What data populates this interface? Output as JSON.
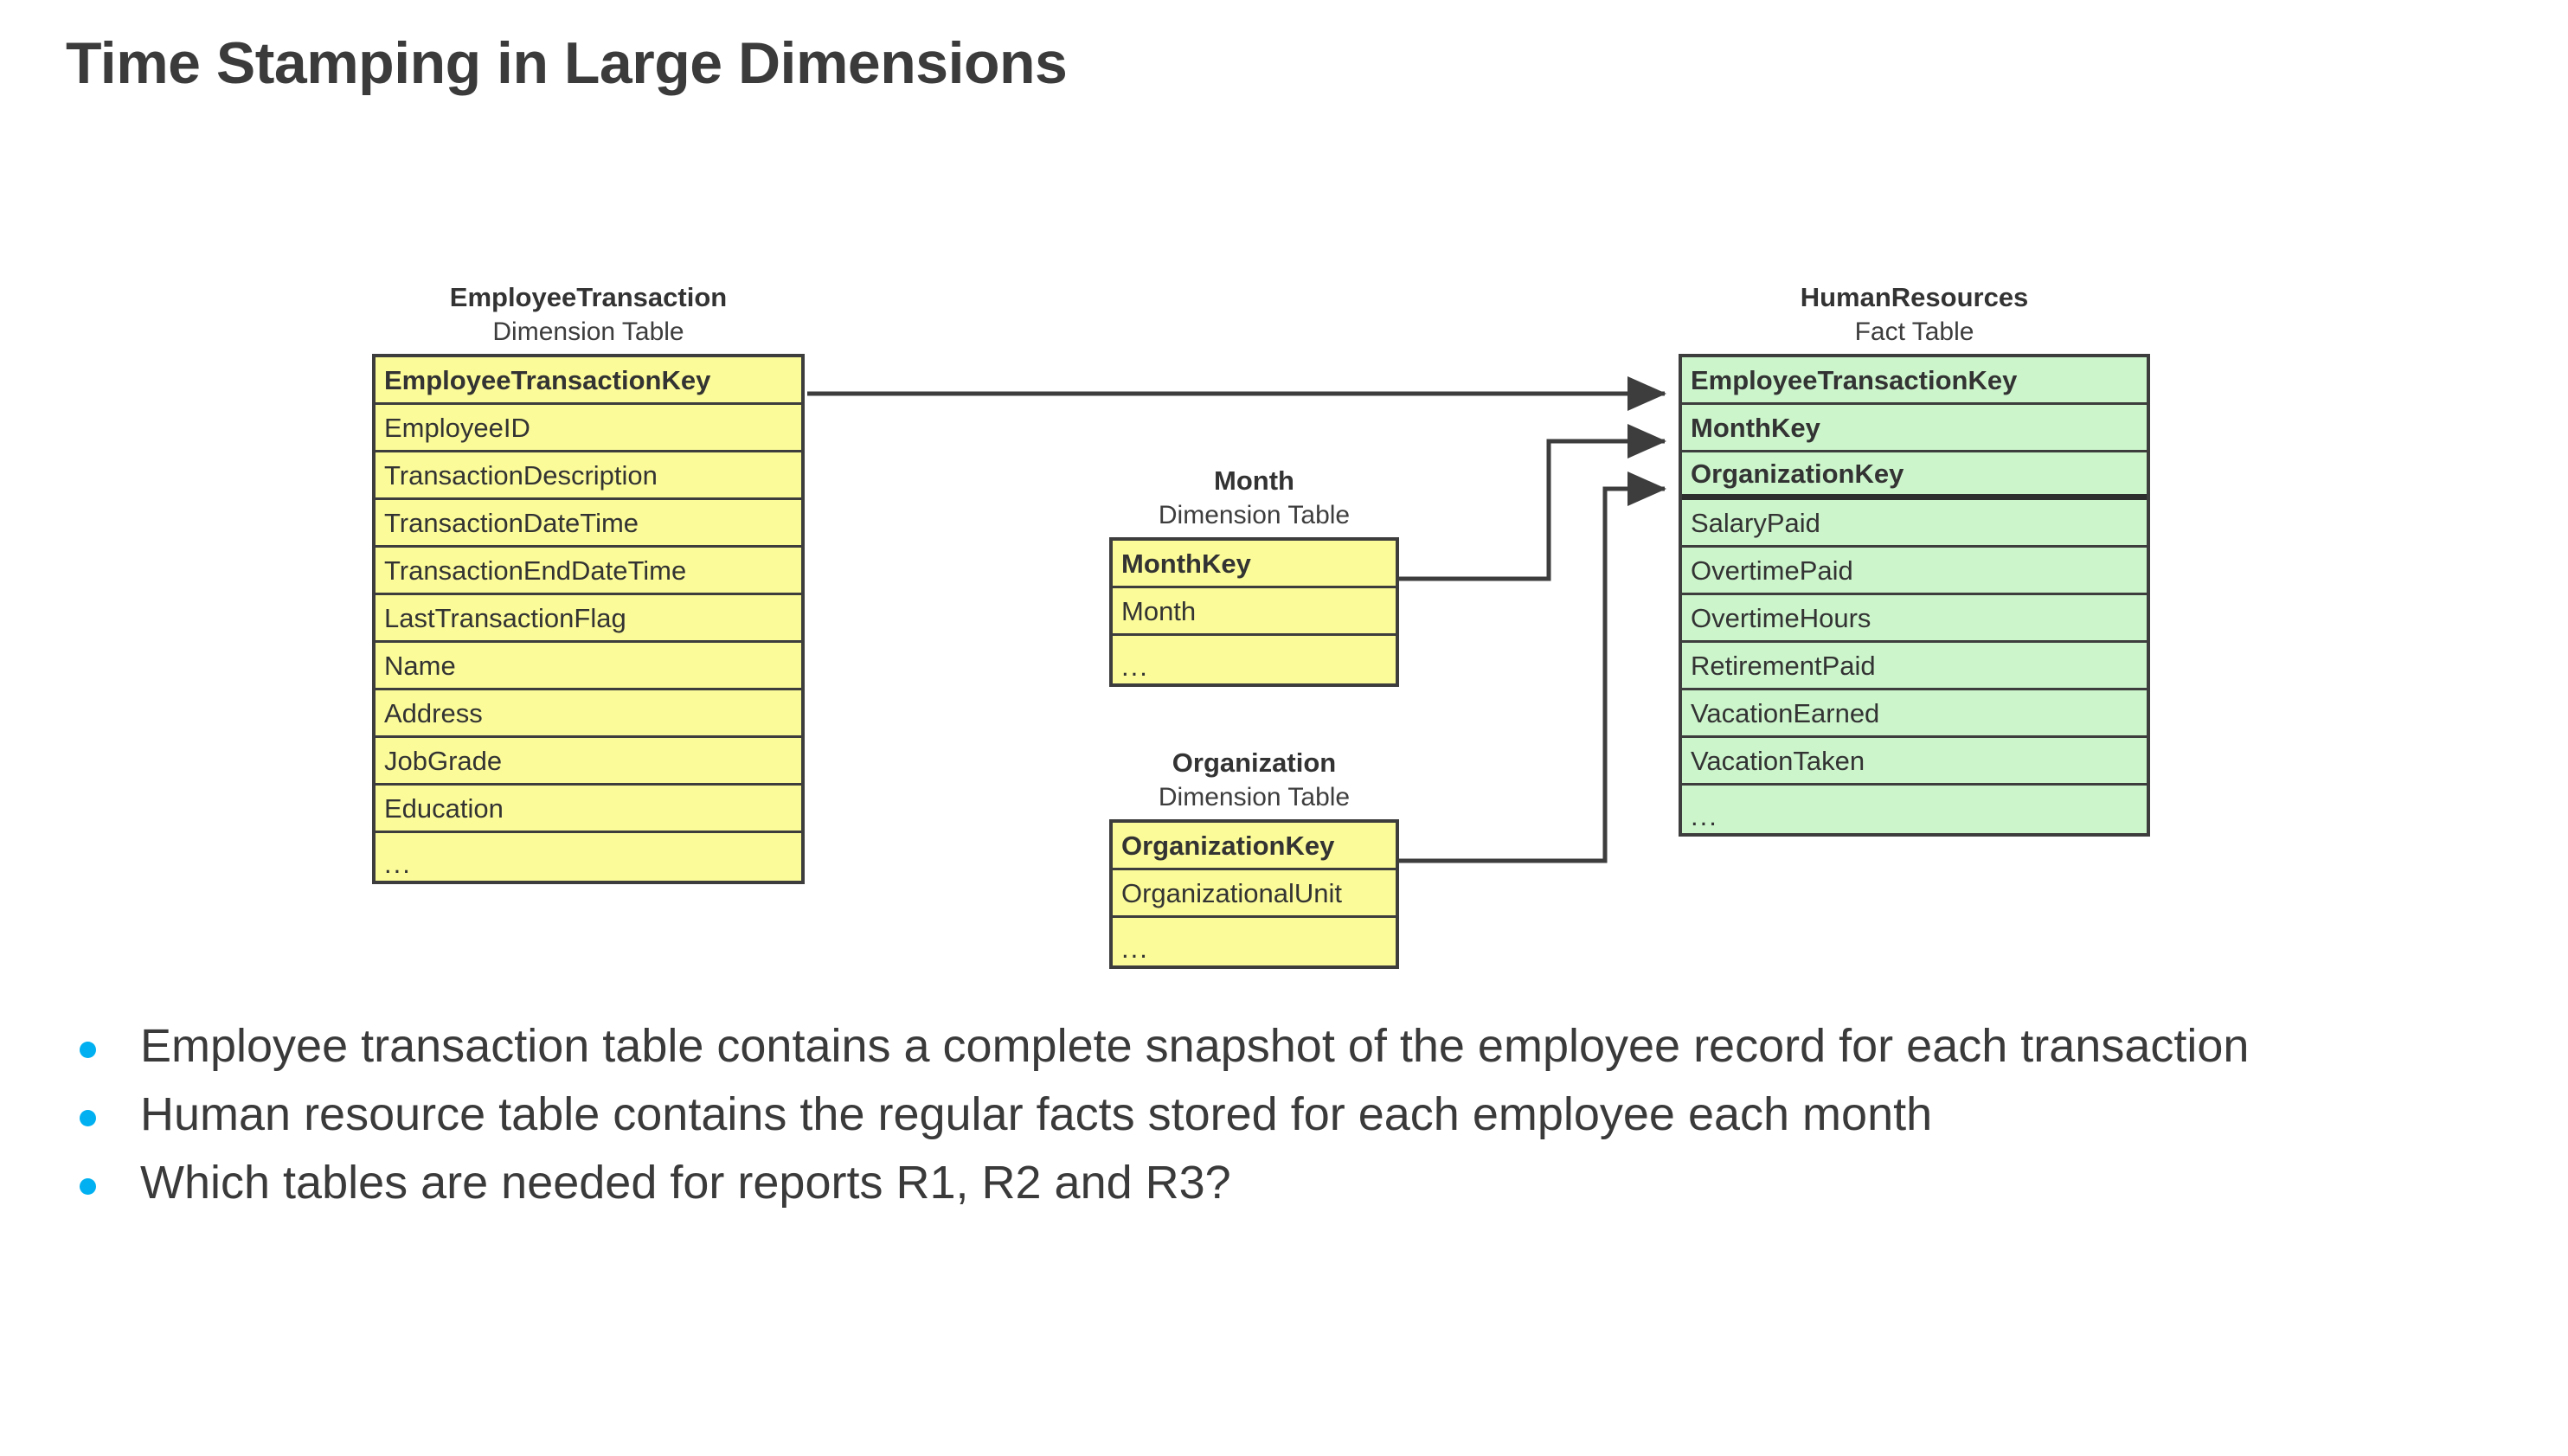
{
  "slide": {
    "title": "Time Stamping in Large Dimensions",
    "bullet_color": "#00b0f0",
    "dimension_fill": "#fbfb9a",
    "fact_fill": "#ccf5cc",
    "line_color": "#3d3d3d"
  },
  "diagram": {
    "entities": [
      {
        "name": "EmployeeTransaction",
        "subtitle": "Dimension Table",
        "kind": "dimension",
        "rows": [
          {
            "label": "EmployeeTransactionKey",
            "key": true
          },
          {
            "label": "EmployeeID",
            "key": false
          },
          {
            "label": "TransactionDescription",
            "key": false
          },
          {
            "label": "TransactionDateTime",
            "key": false
          },
          {
            "label": "TransactionEndDateTime",
            "key": false
          },
          {
            "label": "LastTransactionFlag",
            "key": false
          },
          {
            "label": "Name",
            "key": false
          },
          {
            "label": "Address",
            "key": false
          },
          {
            "label": "JobGrade",
            "key": false
          },
          {
            "label": "Education",
            "key": false
          },
          {
            "label": "...",
            "key": false
          }
        ]
      },
      {
        "name": "Month",
        "subtitle": "Dimension Table",
        "kind": "dimension",
        "rows": [
          {
            "label": "MonthKey",
            "key": true
          },
          {
            "label": "Month",
            "key": false
          },
          {
            "label": "...",
            "key": false
          }
        ]
      },
      {
        "name": "Organization",
        "subtitle": "Dimension Table",
        "kind": "dimension",
        "rows": [
          {
            "label": "OrganizationKey",
            "key": true
          },
          {
            "label": "OrganizationalUnit",
            "key": false
          },
          {
            "label": "...",
            "key": false
          }
        ]
      },
      {
        "name": "HumanResources",
        "subtitle": "Fact Table",
        "kind": "fact",
        "rows": [
          {
            "label": "EmployeeTransactionKey",
            "key": true
          },
          {
            "label": "MonthKey",
            "key": true
          },
          {
            "label": "OrganizationKey",
            "key": true
          },
          {
            "label": "SalaryPaid",
            "key": false
          },
          {
            "label": "OvertimePaid",
            "key": false
          },
          {
            "label": "OvertimeHours",
            "key": false
          },
          {
            "label": "RetirementPaid",
            "key": false
          },
          {
            "label": "VacationEarned",
            "key": false
          },
          {
            "label": "VacationTaken",
            "key": false
          },
          {
            "label": "...",
            "key": false
          }
        ]
      }
    ],
    "relationships": [
      {
        "from": "EmployeeTransaction.EmployeeTransactionKey",
        "to": "HumanResources.EmployeeTransactionKey"
      },
      {
        "from": "Month.MonthKey",
        "to": "HumanResources.MonthKey"
      },
      {
        "from": "Organization.OrganizationKey",
        "to": "HumanResources.OrganizationKey"
      }
    ]
  },
  "bullets": [
    "Employee transaction table contains a complete snapshot of the employee record for each transaction",
    "Human resource table contains the regular facts stored for each employee each month",
    "Which tables are needed for reports R1, R2 and R3?"
  ]
}
